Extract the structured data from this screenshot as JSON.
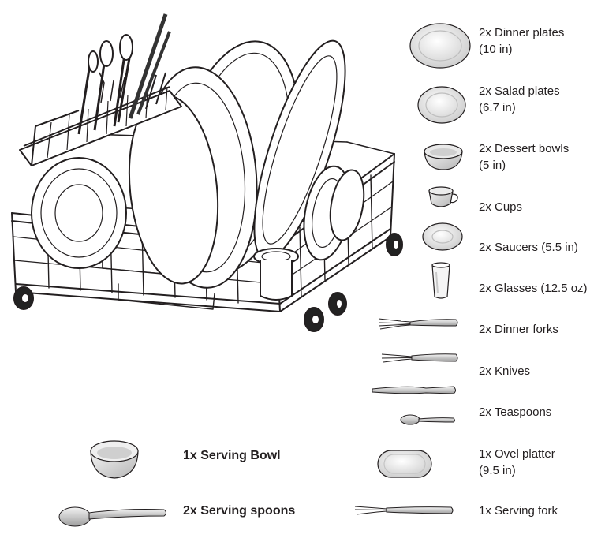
{
  "items": {
    "dinner_plates": {
      "line1": "2x Dinner plates",
      "line2": "(10 in)",
      "icon": "dinner-plate-icon"
    },
    "salad_plates": {
      "line1": "2x Salad plates",
      "line2": "(6.7 in)",
      "icon": "salad-plate-icon"
    },
    "dessert_bowls": {
      "line1": "2x Dessert bowls",
      "line2": "(5 in)",
      "icon": "dessert-bowl-icon"
    },
    "cups": {
      "line1": "2x Cups",
      "icon": "cup-icon"
    },
    "saucers": {
      "line1": "2x Saucers (5.5 in)",
      "icon": "saucer-icon"
    },
    "glasses": {
      "line1": "2x Glasses (12.5 oz)",
      "icon": "glass-icon"
    },
    "dinner_forks": {
      "line1": "2x Dinner forks",
      "icon": "dinner-fork-icon"
    },
    "knives": {
      "line1": "2x Knives",
      "icon": "knife-icon"
    },
    "teaspoons": {
      "line1": "2x Teaspoons",
      "icon": "teaspoon-icon"
    },
    "oval_platter": {
      "line1": "1x Ovel platter",
      "line2": "(9.5 in)",
      "icon": "oval-platter-icon"
    },
    "serving_fork": {
      "line1": "1x Serving fork",
      "icon": "serving-fork-icon"
    },
    "serving_bowl": {
      "line1": "1x Serving Bowl",
      "icon": "serving-bowl-icon"
    },
    "serving_spoons": {
      "line1": "2x Serving spoons",
      "icon": "serving-spoon-icon"
    }
  },
  "colors": {
    "line": "#231f20",
    "fill_light": "#f1f1f1",
    "fill_mid": "#d9d9d9"
  }
}
